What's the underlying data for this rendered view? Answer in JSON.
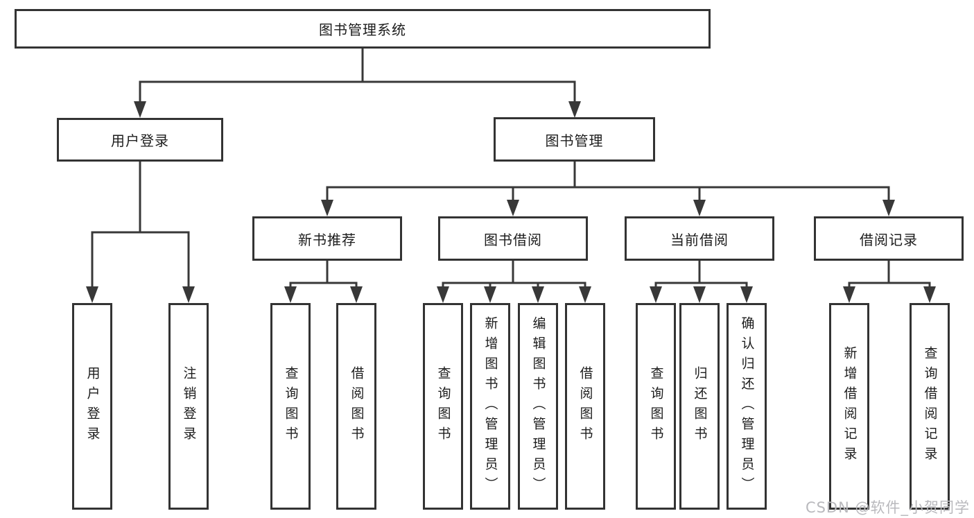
{
  "title": "图书管理系统",
  "colors": {
    "background": "#ffffff",
    "line": "#383838",
    "box_border": "#333333",
    "text": "#1c1c1c",
    "watermark": "#b9b9bd"
  },
  "tree": {
    "root": {
      "label": "图书管理系统"
    },
    "branches": [
      {
        "label": "用户登录",
        "children": [
          {
            "label": "用户登录"
          },
          {
            "label": "注销登录"
          }
        ]
      },
      {
        "label": "图书管理",
        "sections": [
          {
            "label": "新书推荐",
            "children": [
              {
                "label": "查询图书"
              },
              {
                "label": "借阅图书"
              }
            ]
          },
          {
            "label": "图书借阅",
            "children": [
              {
                "label": "查询图书"
              },
              {
                "label": "新增图书（管理员）"
              },
              {
                "label": "编辑图书（管理员）"
              },
              {
                "label": "借阅图书"
              }
            ]
          },
          {
            "label": "当前借阅",
            "children": [
              {
                "label": "查询图书"
              },
              {
                "label": "归还图书"
              },
              {
                "label": "确认归还（管理员）"
              }
            ]
          },
          {
            "label": "借阅记录",
            "children": [
              {
                "label": "新增借阅记录"
              },
              {
                "label": "查询借阅记录"
              }
            ]
          }
        ]
      }
    ]
  },
  "watermark": "CSDN @软件_小贺同学"
}
